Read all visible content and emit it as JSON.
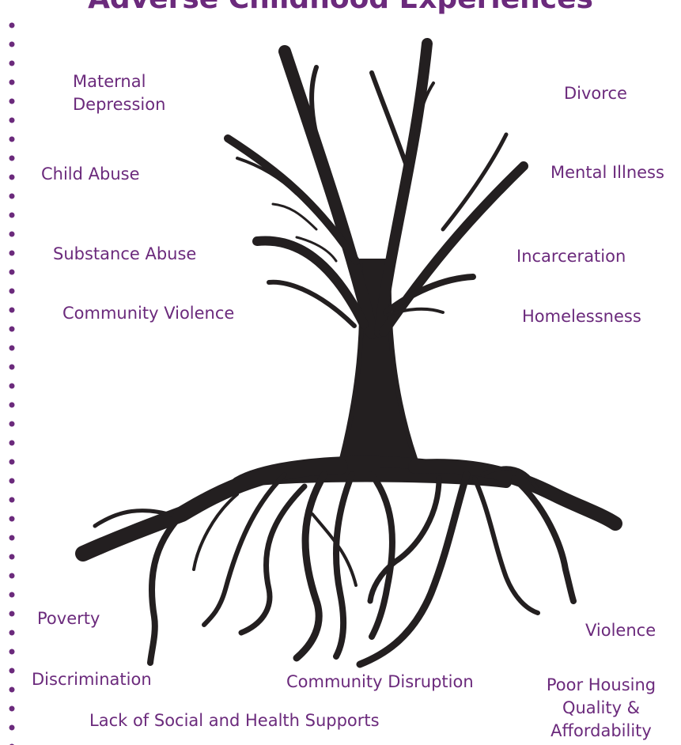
{
  "title": "Adverse Childhood Experiences",
  "colors": {
    "accent": "#6b2a7c",
    "tree": "#231f20"
  },
  "branch_labels": {
    "maternal_depression": "Maternal\nDepression",
    "child_abuse": "Child Abuse",
    "substance_abuse": "Substance Abuse",
    "community_violence": "Community Violence",
    "divorce": "Divorce",
    "mental_illness": "Mental Illness",
    "incarceration": "Incarceration",
    "homelessness": "Homelessness"
  },
  "root_labels": {
    "poverty": "Poverty",
    "discrimination": "Discrimination",
    "community_disruption": "Community Disruption",
    "lack_of_supports": "Lack of Social and Health Supports",
    "violence": "Violence",
    "poor_housing": "Poor Housing\nQuality &\nAffordability"
  }
}
